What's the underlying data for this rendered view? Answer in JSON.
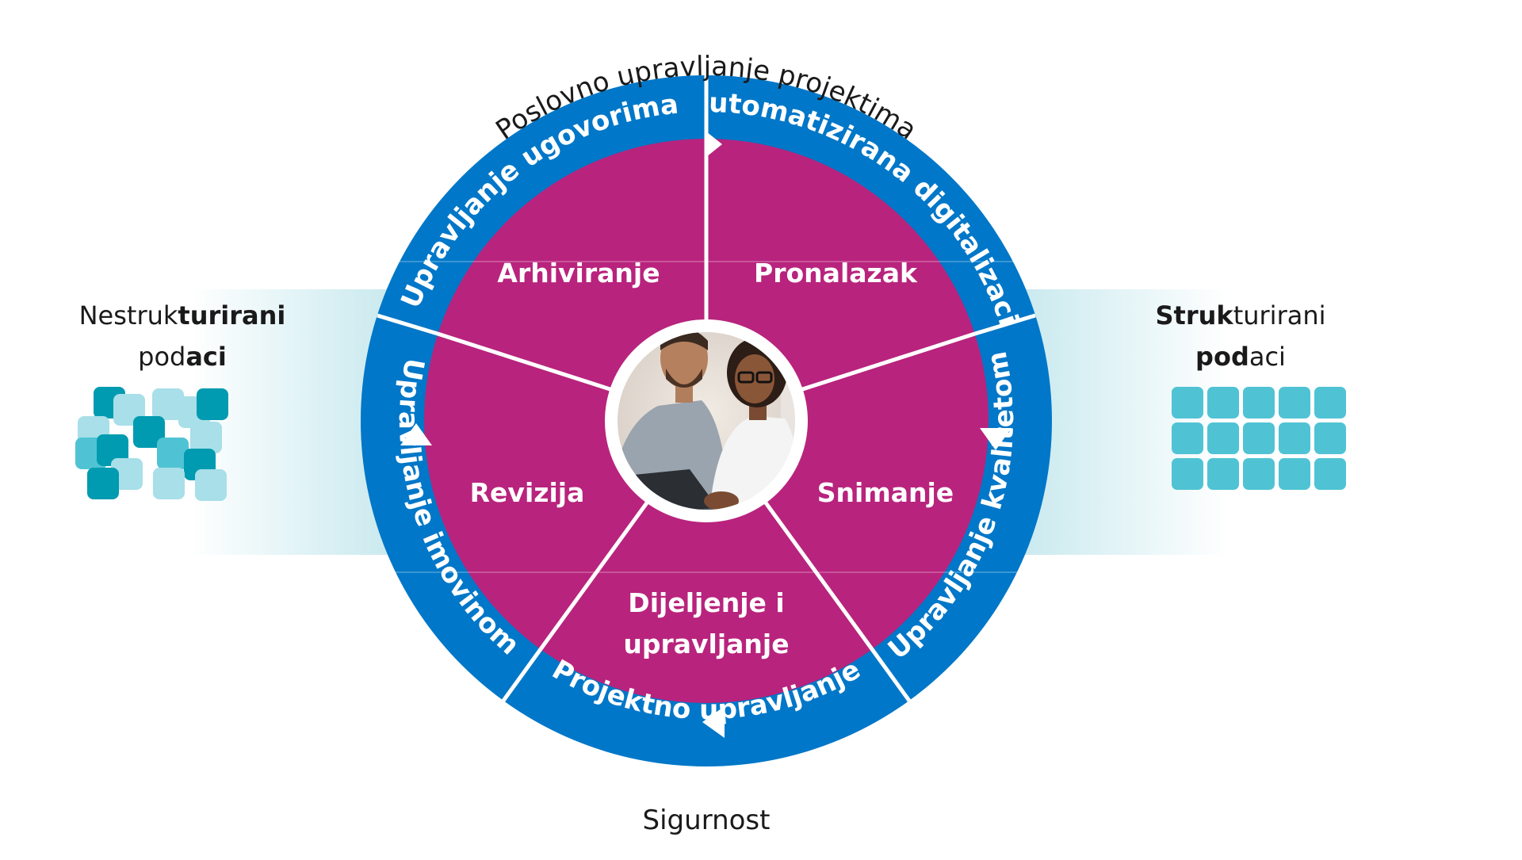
{
  "left_label": {
    "part1": "Nestruk",
    "part2": "turirani",
    "line2_a": "pod",
    "line2_b": "aci"
  },
  "right_label": {
    "part1": "Struk",
    "part2": "turirani",
    "line2_a": "pod",
    "line2_b": "aci"
  },
  "outer": {
    "top": "Poslovno upravljanje projektima",
    "bottom": "Sigurnost"
  },
  "ring": {
    "segments": [
      {
        "label": "Upravljanje ugovorima"
      },
      {
        "label": "Automatizirana digitalizacija"
      },
      {
        "label": "Upravljanje kvalitetom"
      },
      {
        "label": "Projektno upravljanje"
      },
      {
        "label": "Upravljanje imovinom"
      }
    ]
  },
  "wedges": [
    {
      "lines": [
        "Arhiviranje"
      ]
    },
    {
      "lines": [
        "Pronalazak"
      ]
    },
    {
      "lines": [
        "Snimanje"
      ]
    },
    {
      "lines": [
        "Dijeljenje i",
        "upravljanje"
      ]
    },
    {
      "lines": [
        "Revizija"
      ]
    }
  ],
  "center": {
    "image": "people-at-laptop-photo"
  },
  "colors": {
    "ring_blue": "#0077c8",
    "wedge_magenta": "#b8237d",
    "teal_dark": "#009bb0",
    "teal_mid": "#4fc3d4",
    "teal_light": "#a8dfe8",
    "band": "#d8eff3"
  },
  "icons": {
    "left": "scattered-squares-icon",
    "right": "grid-squares-icon"
  }
}
